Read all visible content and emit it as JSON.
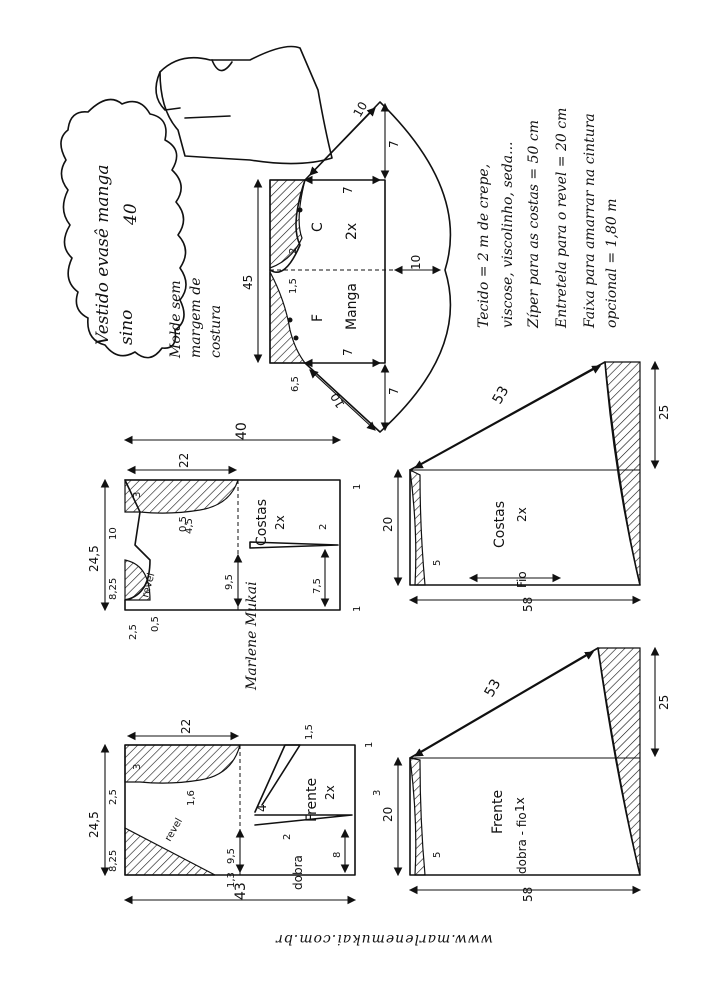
{
  "title": {
    "line1": "Vestido evasê manga",
    "line2": "sino",
    "size": "40"
  },
  "note": {
    "line1": "Molde sem",
    "line2": "margem de",
    "line3": "costura"
  },
  "materials": {
    "line1": "Tecido = 2 m de crepe,",
    "line2": "viscose, viscolinho, seda...",
    "line3": "Zíper para as costas = 50 cm",
    "line4": "Entretela para o revel = 20 cm",
    "line5": "Faixa para amarrar na cintura",
    "line6": "opcional = 1,80 m"
  },
  "website": "www.marlenemukai.com.br",
  "signature": "Marlene Mukai",
  "sleeve": {
    "label_c": "C",
    "label_f": "F",
    "label_2x": "2x",
    "label_name": "Manga",
    "dims": {
      "d45": "45",
      "d10a": "10",
      "d10b": "10",
      "d10c": "10",
      "d7a": "7",
      "d7b": "7",
      "d7c": "7",
      "d7d": "7",
      "d65": "6,5",
      "d2": "2",
      "d15": "1,5"
    }
  },
  "back_bodice": {
    "label_name": "Costas",
    "label_2x": "2x",
    "revel": "revel",
    "dims": {
      "d40": "40",
      "d22": "22",
      "d245": "24,5",
      "d10": "10",
      "d825": "8,25",
      "d25": "2,5",
      "d3": "3",
      "d45": "4,5",
      "d05a": "0,5",
      "d05b": "0,5",
      "d95": "9,5",
      "d75": "7,5",
      "d2": "2",
      "d1a": "1",
      "d1b": "1"
    }
  },
  "front_bodice": {
    "label_name": "Frente",
    "label_2x": "2x",
    "revel": "revel",
    "dobra": "dobra",
    "dims": {
      "d43": "43",
      "d22": "22",
      "d245": "24,5",
      "d825": "8,25",
      "d25": "2,5",
      "d3a": "3",
      "d3b": "3",
      "d16": "1,6",
      "d15": "1,5",
      "d4": "4",
      "d2": "2",
      "d95": "9,5",
      "d8": "8",
      "d13": "1,3",
      "d1": "1"
    }
  },
  "back_skirt": {
    "label_name": "Costas",
    "label_2x": "2x",
    "fio": "Fio",
    "dims": {
      "d53": "53",
      "d25": "25",
      "d20": "20",
      "d58": "58",
      "d5": "5"
    }
  },
  "front_skirt": {
    "label_name": "Frente",
    "label_1x": "1x",
    "fold_grain": "dobra - fio",
    "dims": {
      "d53": "53",
      "d25": "25",
      "d20": "20",
      "d58": "58",
      "d5": "5"
    }
  }
}
